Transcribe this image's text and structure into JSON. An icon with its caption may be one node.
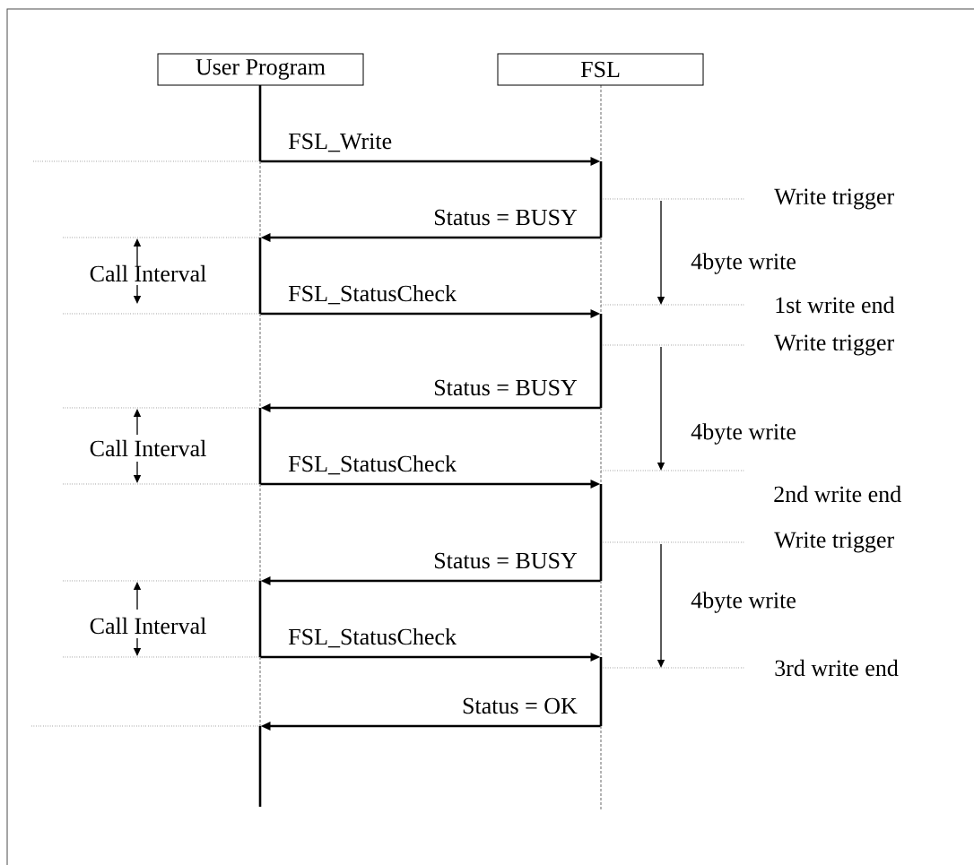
{
  "diagram": {
    "nodes": [
      {
        "text": [
          "User Program"
        ]
      },
      {
        "text": [
          "FSL"
        ]
      }
    ],
    "edges": [
      {
        "from": 0,
        "to": 1,
        "arrow": "to",
        "label": "FSL_Write"
      },
      {
        "from": 1,
        "to": 0,
        "arrow": "to",
        "label": "Status = BUSY"
      },
      {
        "from": 0,
        "to": 1,
        "arrow": "to",
        "label": "FSL_StatusCheck"
      },
      {
        "from": 1,
        "to": 0,
        "arrow": "to",
        "label": "Status = BUSY"
      },
      {
        "from": 0,
        "to": 1,
        "arrow": "to",
        "label": "FSL_StatusCheck"
      },
      {
        "from": 1,
        "to": 0,
        "arrow": "to",
        "label": "Status = BUSY"
      },
      {
        "from": 0,
        "to": 1,
        "arrow": "to",
        "label": "FSL_StatusCheck"
      },
      {
        "from": 1,
        "to": 0,
        "arrow": "to",
        "label": "Status = OK"
      }
    ],
    "labels": [
      "Write trigger",
      "Call Interval",
      "4byte write",
      "1st write end",
      "Write trigger",
      "Call Interval",
      "4byte write",
      "2nd write end",
      "Write trigger",
      "Call Interval",
      "4byte write",
      "3rd write end"
    ]
  }
}
